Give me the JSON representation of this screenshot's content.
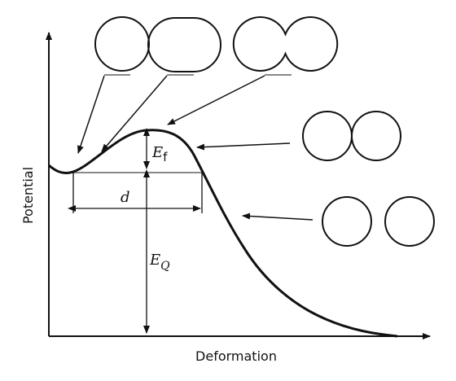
{
  "axes": {
    "x_label": "Deformation",
    "y_label": "Potential"
  },
  "annotations": {
    "barrier_height": "E",
    "barrier_height_sub": "f",
    "deformation_width": "d",
    "q_value": "E",
    "q_value_sub": "Q"
  },
  "shapes": [
    {
      "name": "spherical-nucleus",
      "state": "sphere"
    },
    {
      "name": "deformed-nucleus",
      "state": "elongated"
    },
    {
      "name": "necked-nucleus",
      "state": "neck"
    },
    {
      "name": "touching-fragments",
      "state": "touching"
    },
    {
      "name": "separated-fragments",
      "state": "separated"
    }
  ],
  "colors": {
    "line": "#111111",
    "grey": "#888888",
    "background": "#ffffff"
  }
}
